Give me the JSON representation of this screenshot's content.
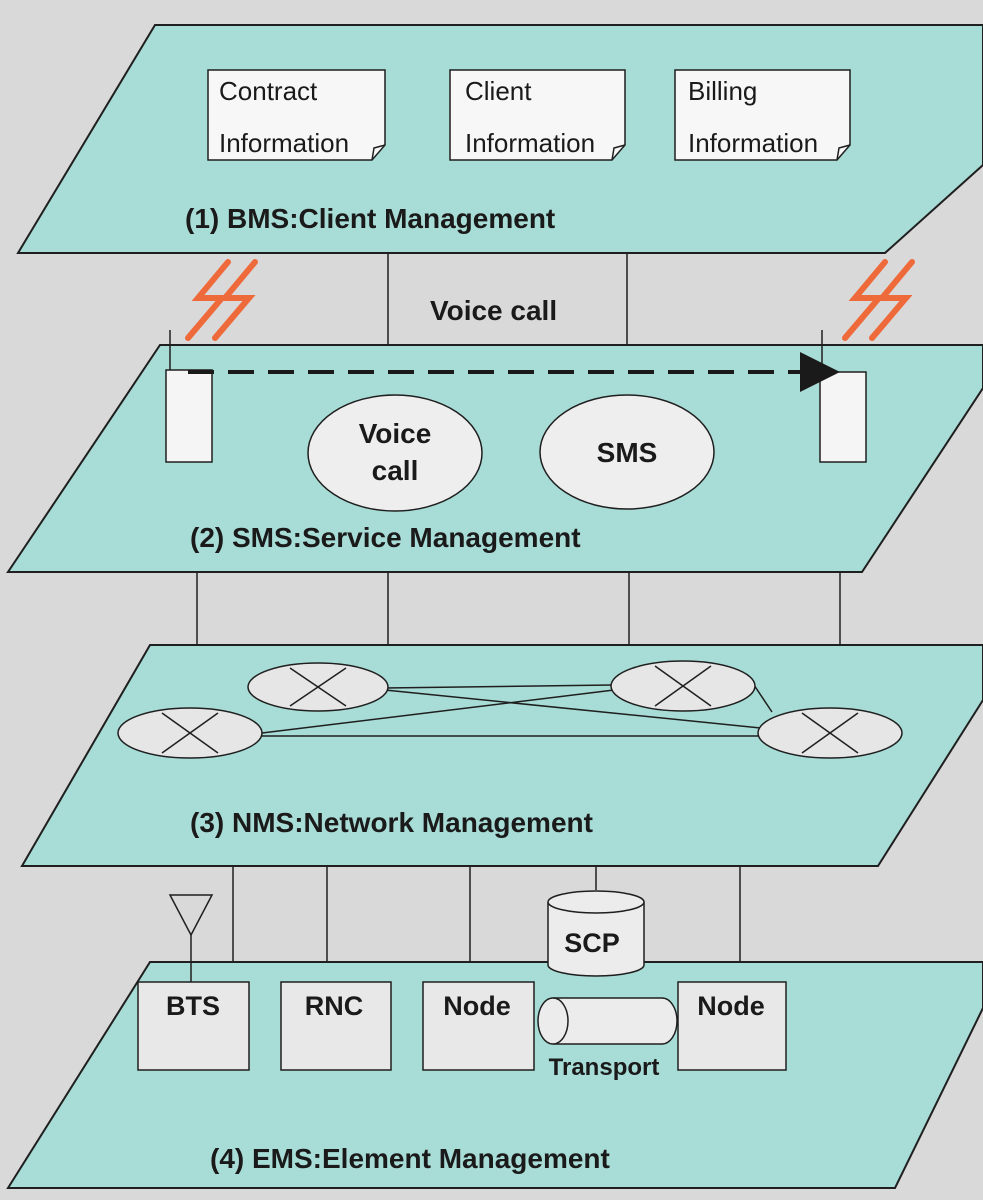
{
  "layers": [
    {
      "id": "bms",
      "label": "(1) BMS:Client Management"
    },
    {
      "id": "sms",
      "label": "(2) SMS:Service Management"
    },
    {
      "id": "nms",
      "label": "(3) NMS:Network Management"
    },
    {
      "id": "ems",
      "label": "(4) EMS:Element Management"
    }
  ],
  "documents": [
    {
      "line1": "Contract",
      "line2": "Information"
    },
    {
      "line1": "Client",
      "line2": "Information"
    },
    {
      "line1": "Billing",
      "line2": "Information"
    }
  ],
  "voice_call_flow": "Voice call",
  "services": [
    {
      "line1": "Voice",
      "line2": "call"
    },
    {
      "line1": "SMS",
      "line2": ""
    }
  ],
  "elements": {
    "bts": "BTS",
    "rnc": "RNC",
    "node_left": "Node",
    "node_right": "Node",
    "scp": "SCP",
    "transport": "Transport"
  },
  "colors": {
    "plane_fill": "#a8dcd6",
    "plane_stroke": "#1f1f1f",
    "signal": "#ef6a3a",
    "node_fill": "#e6e6e6",
    "background": "#d9d9d9"
  }
}
